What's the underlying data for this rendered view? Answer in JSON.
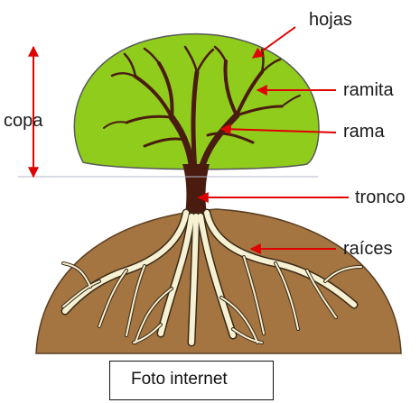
{
  "diagram": {
    "labels": {
      "hojas": "hojas",
      "ramita": "ramita",
      "rama": "rama",
      "tronco": "tronco",
      "raices": "raíces",
      "copa": "copa"
    },
    "caption": "Foto internet",
    "colors": {
      "crown": "#8fcc1c",
      "crown_outline": "#555555",
      "trunk": "#4a1c10",
      "soil": "#a47441",
      "soil_outline": "#5a3e22",
      "roots": "#f6f1d2",
      "root_outline": "#3a2a18",
      "arrow": "#e00000"
    }
  }
}
